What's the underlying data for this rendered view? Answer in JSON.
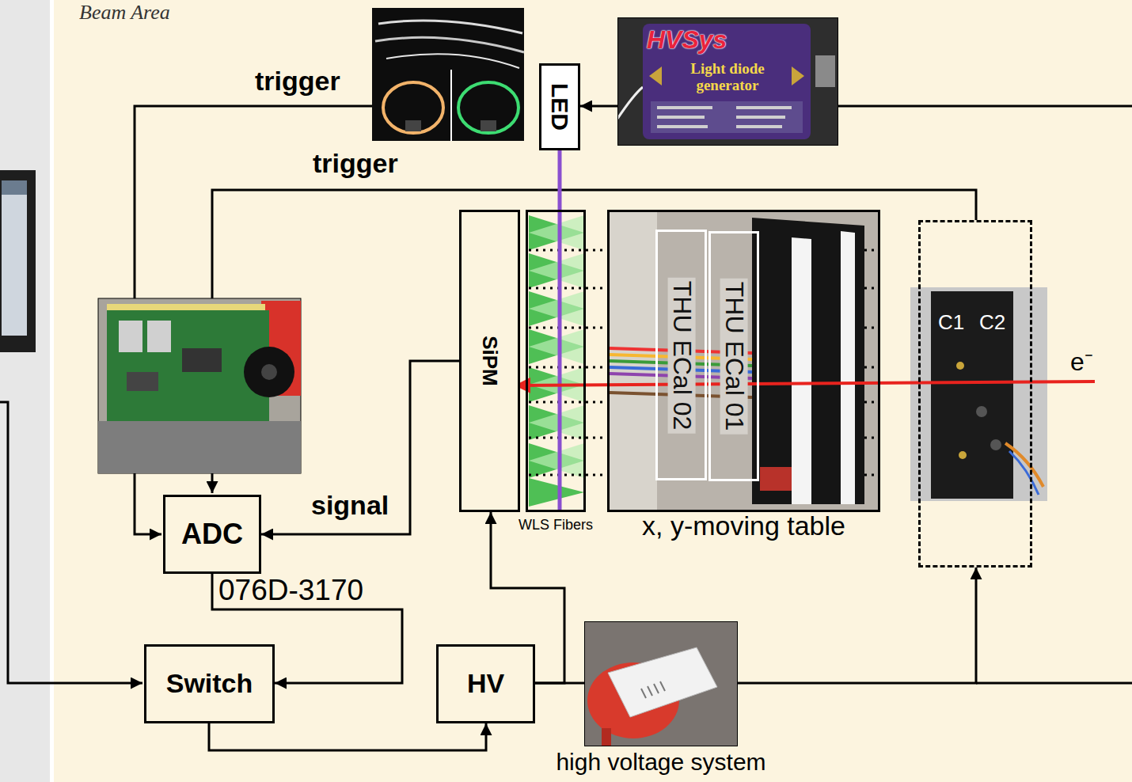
{
  "diagram": {
    "title": "Beam Area",
    "nodes": [
      {
        "text": [
          "HVSys",
          "Light diode generator"
        ]
      },
      {
        "text": [
          "LED"
        ]
      },
      {
        "text": [
          "SiPM"
        ]
      },
      {
        "text": [
          "WLS Fibers"
        ]
      },
      {
        "text": [
          "x, y-moving table"
        ]
      },
      {
        "text": [
          "THU ECal 02"
        ],
        "in": 4
      },
      {
        "text": [
          "THU ECal 01"
        ],
        "in": 4
      },
      {
        "text": [
          "C1",
          "C2"
        ]
      },
      {
        "text": [
          "ADC"
        ]
      },
      {
        "text": [
          "Switch"
        ]
      },
      {
        "text": [
          "HV"
        ]
      },
      {
        "text": [
          "high voltage system"
        ]
      }
    ],
    "edges": [
      {
        "from": 0,
        "to": 1,
        "arrow": "to"
      },
      {
        "from": 2,
        "to": 8,
        "arrow": "to",
        "label": "signal"
      },
      {
        "from": 8,
        "to": 9,
        "arrow": "to",
        "label": "076D-3170"
      },
      {
        "from": 9,
        "to": 10,
        "arrow": "to"
      },
      {
        "from": 10,
        "to": 2,
        "arrow": "to"
      },
      {
        "from": 10,
        "to": 11,
        "arrow": "none"
      },
      {
        "from": 11,
        "to": 7,
        "arrow": "to"
      }
    ],
    "labels": [
      "trigger",
      "trigger",
      "e⁻"
    ]
  }
}
